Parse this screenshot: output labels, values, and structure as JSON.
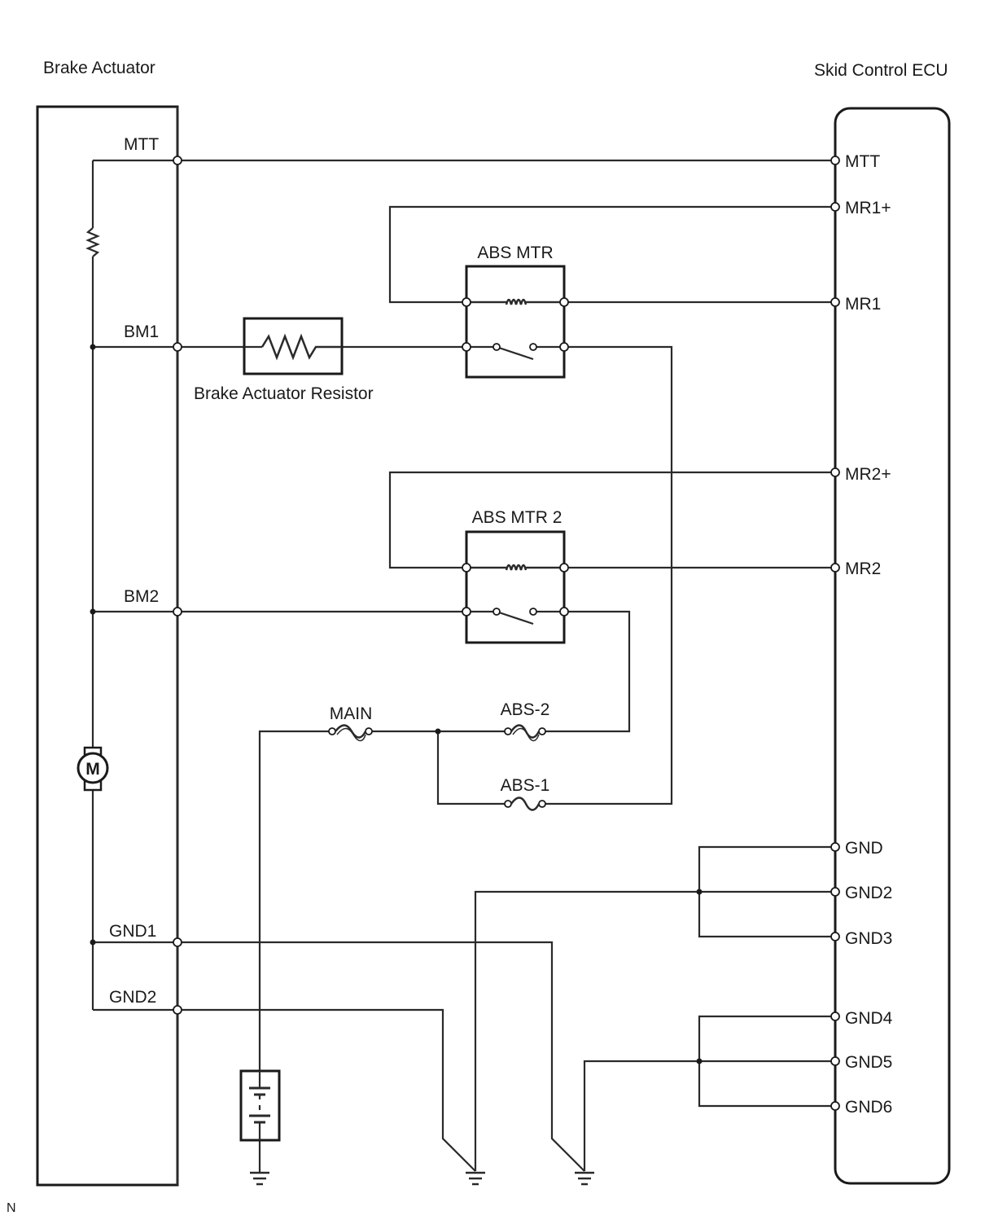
{
  "blocks": {
    "brake_actuator": "Brake Actuator",
    "skid_control_ecu": "Skid Control ECU"
  },
  "actuator_terminals": {
    "mtt": "MTT",
    "bm1": "BM1",
    "bm2": "BM2",
    "gnd1": "GND1",
    "gnd2": "GND2"
  },
  "ecu_terminals": {
    "mtt": "MTT",
    "mr1_plus": "MR1+",
    "mr1": "MR1",
    "mr2_plus": "MR2+",
    "mr2": "MR2",
    "gnd": "GND",
    "gnd2": "GND2",
    "gnd3": "GND3",
    "gnd4": "GND4",
    "gnd5": "GND5",
    "gnd6": "GND6"
  },
  "relays": {
    "abs_mtr": "ABS MTR",
    "abs_mtr_2": "ABS MTR 2"
  },
  "components": {
    "resistor": "Brake Actuator Resistor",
    "motor_symbol": "M"
  },
  "fuses": {
    "main": "MAIN",
    "abs_2": "ABS-2",
    "abs_1": "ABS-1"
  },
  "footer": {
    "mark": "N"
  }
}
